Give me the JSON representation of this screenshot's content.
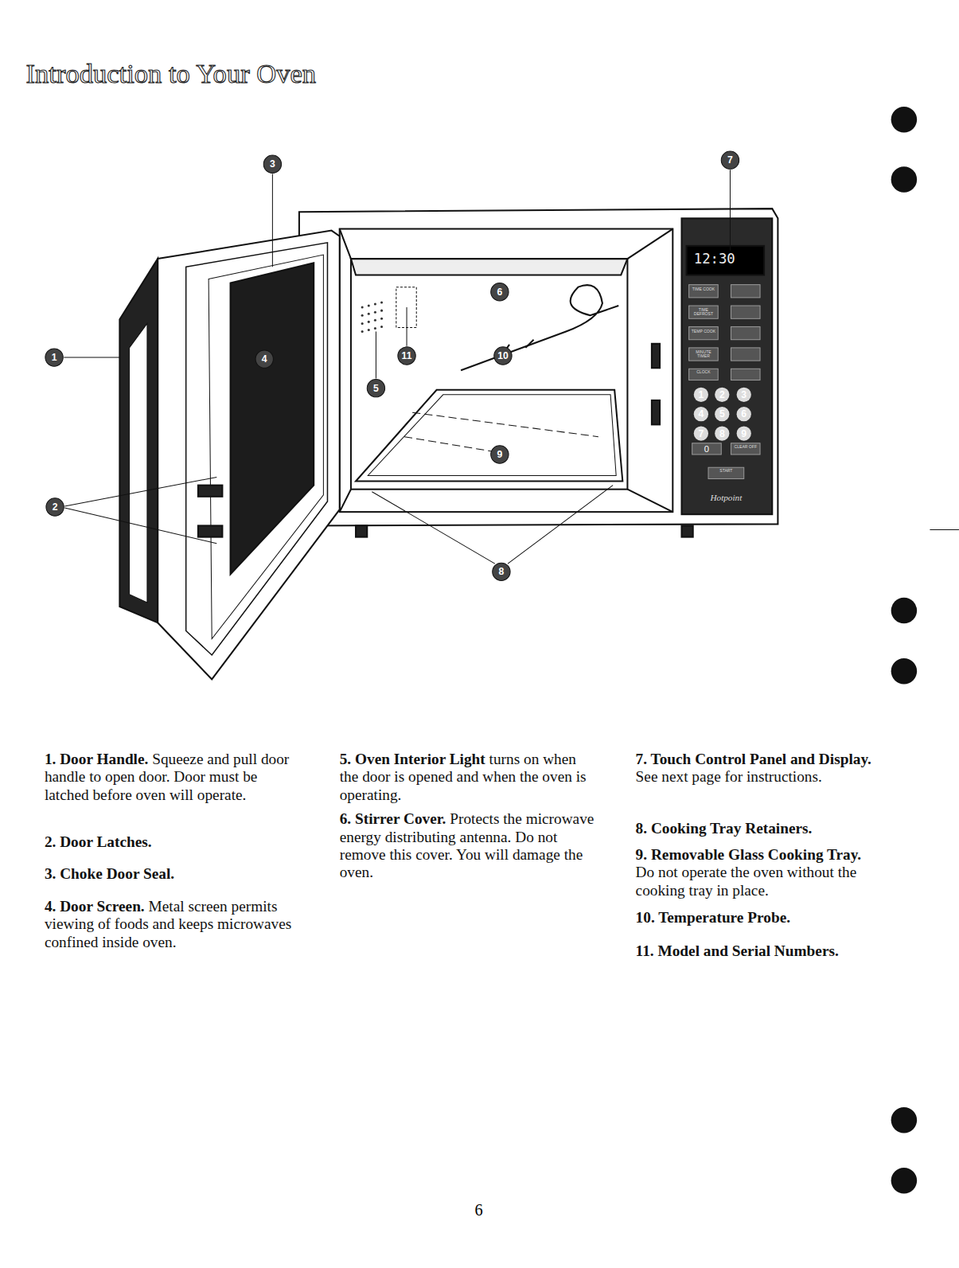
{
  "diagram": {
    "title": "Introduction to Your Oven",
    "labels": [
      "3",
      "7",
      "1",
      "4",
      "6",
      "11",
      "10",
      "5",
      "9",
      "2",
      "8",
      "12:30",
      "TIME COOK",
      "TIME DEFROST",
      "TEMP COOK",
      "MINUTE TIMER",
      "CLOCK",
      "1",
      "2",
      "3",
      "4",
      "5",
      "6",
      "7",
      "8",
      "9",
      "0",
      "CLEAR OFF",
      "START",
      "Hotpoint",
      "1. Door Handle.",
      "Squeeze and pull door handle to open door. Door must be latched before oven will operate.",
      "2. Door Latches.",
      "3. Choke Door Seal.",
      "4. Door Screen.",
      "Metal screen permits viewing of foods and keeps microwaves confined inside oven.",
      "5. Oven Interior Light",
      "turns on when the door is opened and when the oven is operating.",
      "6. Stirrer Cover.",
      "Protects the microwave energy distributing antenna. Do not remove this cover. You will damage the oven.",
      "7. Touch Control Panel and Display.",
      "See next page for instructions.",
      "8. Cooking Tray Retainers.",
      "9. Removable Glass Cooking Tray.",
      "Do not operate the oven without the cooking tray in place.",
      "10. Temperature Probe.",
      "11. Model and Serial Numbers.",
      "6"
    ]
  }
}
